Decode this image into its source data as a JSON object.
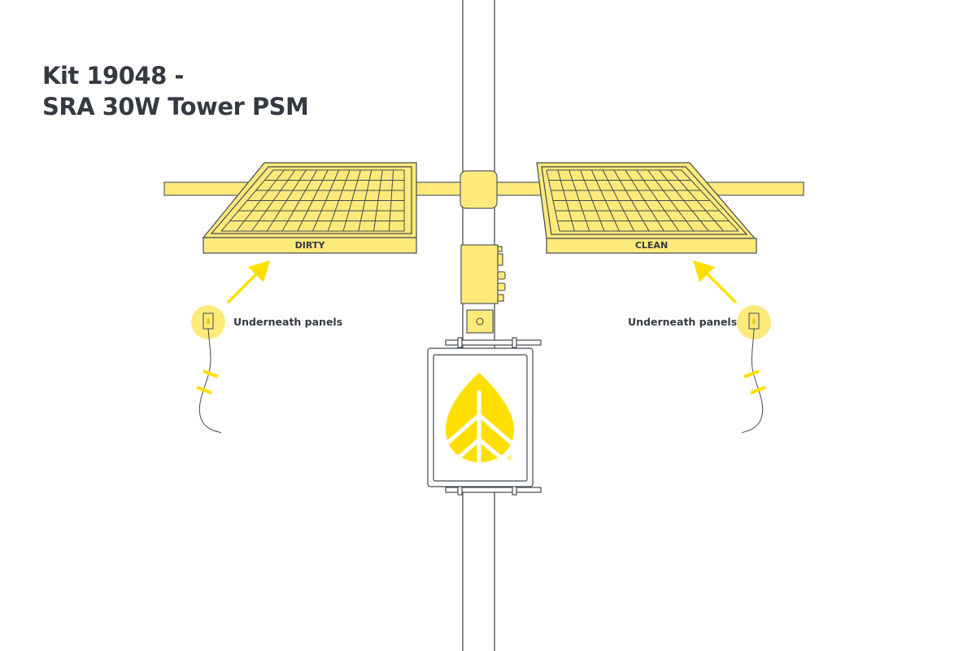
{
  "title": {
    "line1": "Kit 19048 -",
    "line2": "SRA 30W Tower PSM"
  },
  "panels": {
    "left_label": "DIRTY",
    "right_label": "CLEAN"
  },
  "sensors": {
    "left_label": "Underneath panels",
    "right_label": "Underneath panels"
  },
  "colors": {
    "panel_fill": "#fdea7a",
    "accent": "#ffdf00",
    "line": "#444a52",
    "text": "#353a42"
  },
  "logo": {
    "registered_mark": "®"
  }
}
